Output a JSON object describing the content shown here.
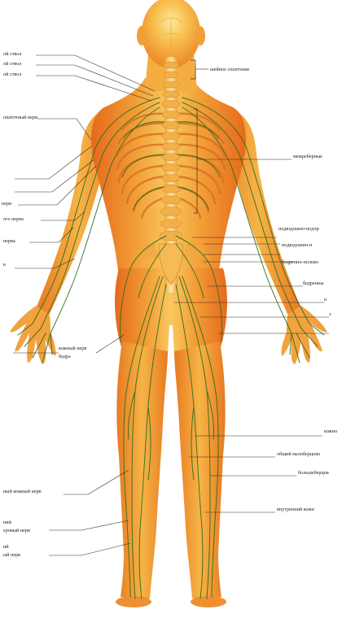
{
  "colors": {
    "skin_light": "#f7c04c",
    "skin_mid": "#f19a2c",
    "skin_dark": "#e6701f",
    "nerve": "#2e6d1c",
    "leader": "#3a2a1e",
    "spine": "#f8d87a",
    "rib": "#d87a26"
  },
  "labels_left": [
    {
      "id": "left-1",
      "text": "ой ствол"
    },
    {
      "id": "left-2",
      "text": "ой ствол"
    },
    {
      "id": "left-3",
      "text": "ой ствол"
    },
    {
      "id": "left-4",
      "text": "опаточный нерв"
    },
    {
      "id": "left-5",
      "text": "нерв"
    },
    {
      "id": "left-6",
      "text": "ого нерва"
    },
    {
      "id": "left-7",
      "text": "нерва"
    },
    {
      "id": "left-8",
      "text": "в"
    },
    {
      "id": "left-9a",
      "text": "кожный нерв"
    },
    {
      "id": "left-9b",
      "text": "бедра"
    },
    {
      "id": "left-10",
      "text": "ный кожный нерв"
    },
    {
      "id": "left-11a",
      "text": "ний"
    },
    {
      "id": "left-11b",
      "text": "еровый нерв"
    },
    {
      "id": "left-12a",
      "text": "ий"
    },
    {
      "id": "left-12b",
      "text": "ый нерв"
    }
  ],
  "labels_right": [
    {
      "id": "right-1",
      "text": "шейное сплетение"
    },
    {
      "id": "right-2",
      "text": "межреберные"
    },
    {
      "id": "right-3",
      "text": "подвздошно-подчр"
    },
    {
      "id": "right-4",
      "text": "подвздошно-п"
    },
    {
      "id": "right-5",
      "text": "бедренно-полово"
    },
    {
      "id": "right-6",
      "text": "бедренны"
    },
    {
      "id": "right-7",
      "text": "п"
    },
    {
      "id": "right-8",
      "text": "з"
    },
    {
      "id": "right-9",
      "text": "кожно"
    },
    {
      "id": "right-10",
      "text": "общий малоберцово"
    },
    {
      "id": "right-11",
      "text": "большеберцов"
    },
    {
      "id": "right-12",
      "text": "внутренний кожн"
    }
  ]
}
